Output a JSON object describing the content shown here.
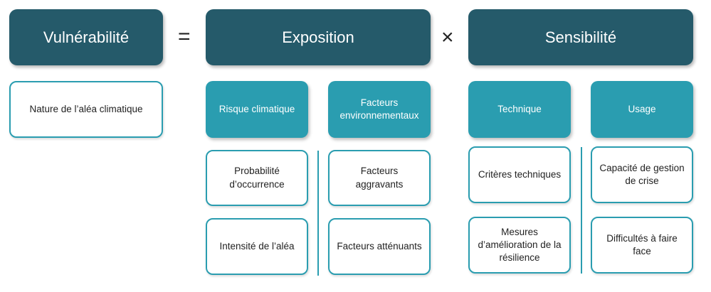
{
  "headers": {
    "vulnerabilite": "Vulnérabilité",
    "exposition": "Exposition",
    "sensibilite": "Sensibilité"
  },
  "operators": {
    "equals": "=",
    "times": "×"
  },
  "vulnerabilite_items": [
    "Nature de l’aléa climatique"
  ],
  "exposition": {
    "categories": [
      "Risque climatique",
      "Facteurs environnementaux"
    ],
    "risque_items": [
      "Probabilité d’occurrence",
      "Intensité de l’aléa"
    ],
    "facteurs_items": [
      "Facteurs aggravants",
      "Facteurs atténuants"
    ]
  },
  "sensibilite": {
    "categories": [
      "Technique",
      "Usage"
    ],
    "technique_items": [
      "Critères techniques",
      "Mesures d’amélioration de la résilience"
    ],
    "usage_items": [
      "Capacité de gestion de crise",
      "Difficultés à faire face"
    ]
  },
  "colors": {
    "header": "#255a6a",
    "subheader": "#2a9db0",
    "border": "#2a9db0"
  }
}
